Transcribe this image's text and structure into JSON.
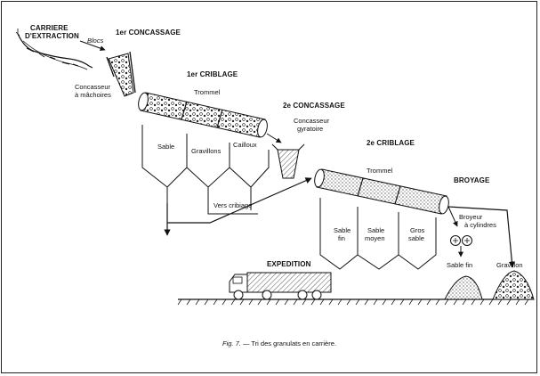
{
  "figure": {
    "caption_prefix": "Fig. 7.",
    "caption_text": "— Tri des granulats en carrière."
  },
  "stages": {
    "quarry": [
      "CARRIERE",
      "D'EXTRACTION"
    ],
    "blocks": "Blocs",
    "crushing1": "1er CONCASSAGE",
    "jaw_crusher": [
      "Concasseur",
      "à mâchoires"
    ],
    "screening1": "1er CRIBLAGE",
    "trommel1": "Trommel",
    "crushing2": "2e CONCASSAGE",
    "gyratory": [
      "Concasseur",
      "gyratoire"
    ],
    "screening2": "2e CRIBLAGE",
    "trommel2": "Trommel",
    "grinding": "BROYAGE",
    "roll_crusher": [
      "Broyeur",
      "à cylindres"
    ],
    "to_screening": "Vers cribiage",
    "shipping": "EXPEDITION"
  },
  "hoppers1": [
    "Sable",
    "Gravillons",
    "Cailloux"
  ],
  "hoppers2": [
    [
      "Sable",
      "fin"
    ],
    [
      "Sable",
      "moyen"
    ],
    [
      "Gros",
      "sable"
    ]
  ],
  "piles": [
    "Sable fin",
    "Gravillon"
  ]
}
